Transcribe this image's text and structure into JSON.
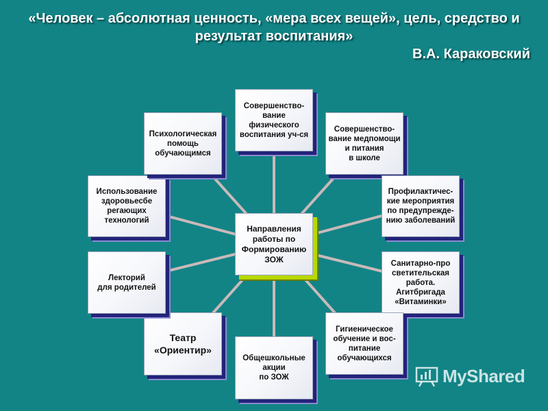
{
  "header": {
    "quote": "«Человек – абсолютная ценность, «мера всех вещей», цель, средство и результат воспитания»",
    "author": "В.А. Караковский"
  },
  "diagram": {
    "center": "Направления\nработы по\nФормированию\nЗОЖ",
    "nodes": [
      "Совершенство-\nвание физического\nвоспитания уч-ся",
      "Совершенство-\nвание медпомощи\nи питания\nв школе",
      "Профилактичес-\nкие мероприятия\nпо предупрежде-\nнию заболеваний",
      "Санитарно-про\nсветительская\nработа.\nАгитбригада\n«Витаминки»",
      "Гигиеническое\nобучение и вос-\nпитание\nобучающихся",
      "Общешкольные\nакции\nпо ЗОЖ",
      "Театр\n«Ориентир»",
      "Лекторий\nдля родителей",
      "Использование\nздоровьесбе\nрегающих\nтехнологий",
      "Психологическая\nпомощь\nобучающимся"
    ]
  },
  "colors": {
    "background": "#128486",
    "node_shadow": "#23237a",
    "center_shadow": "#b8d800",
    "connector": "#c9b9b9"
  },
  "watermark": {
    "icon": "presentation-board-icon",
    "text": "MyShared"
  }
}
